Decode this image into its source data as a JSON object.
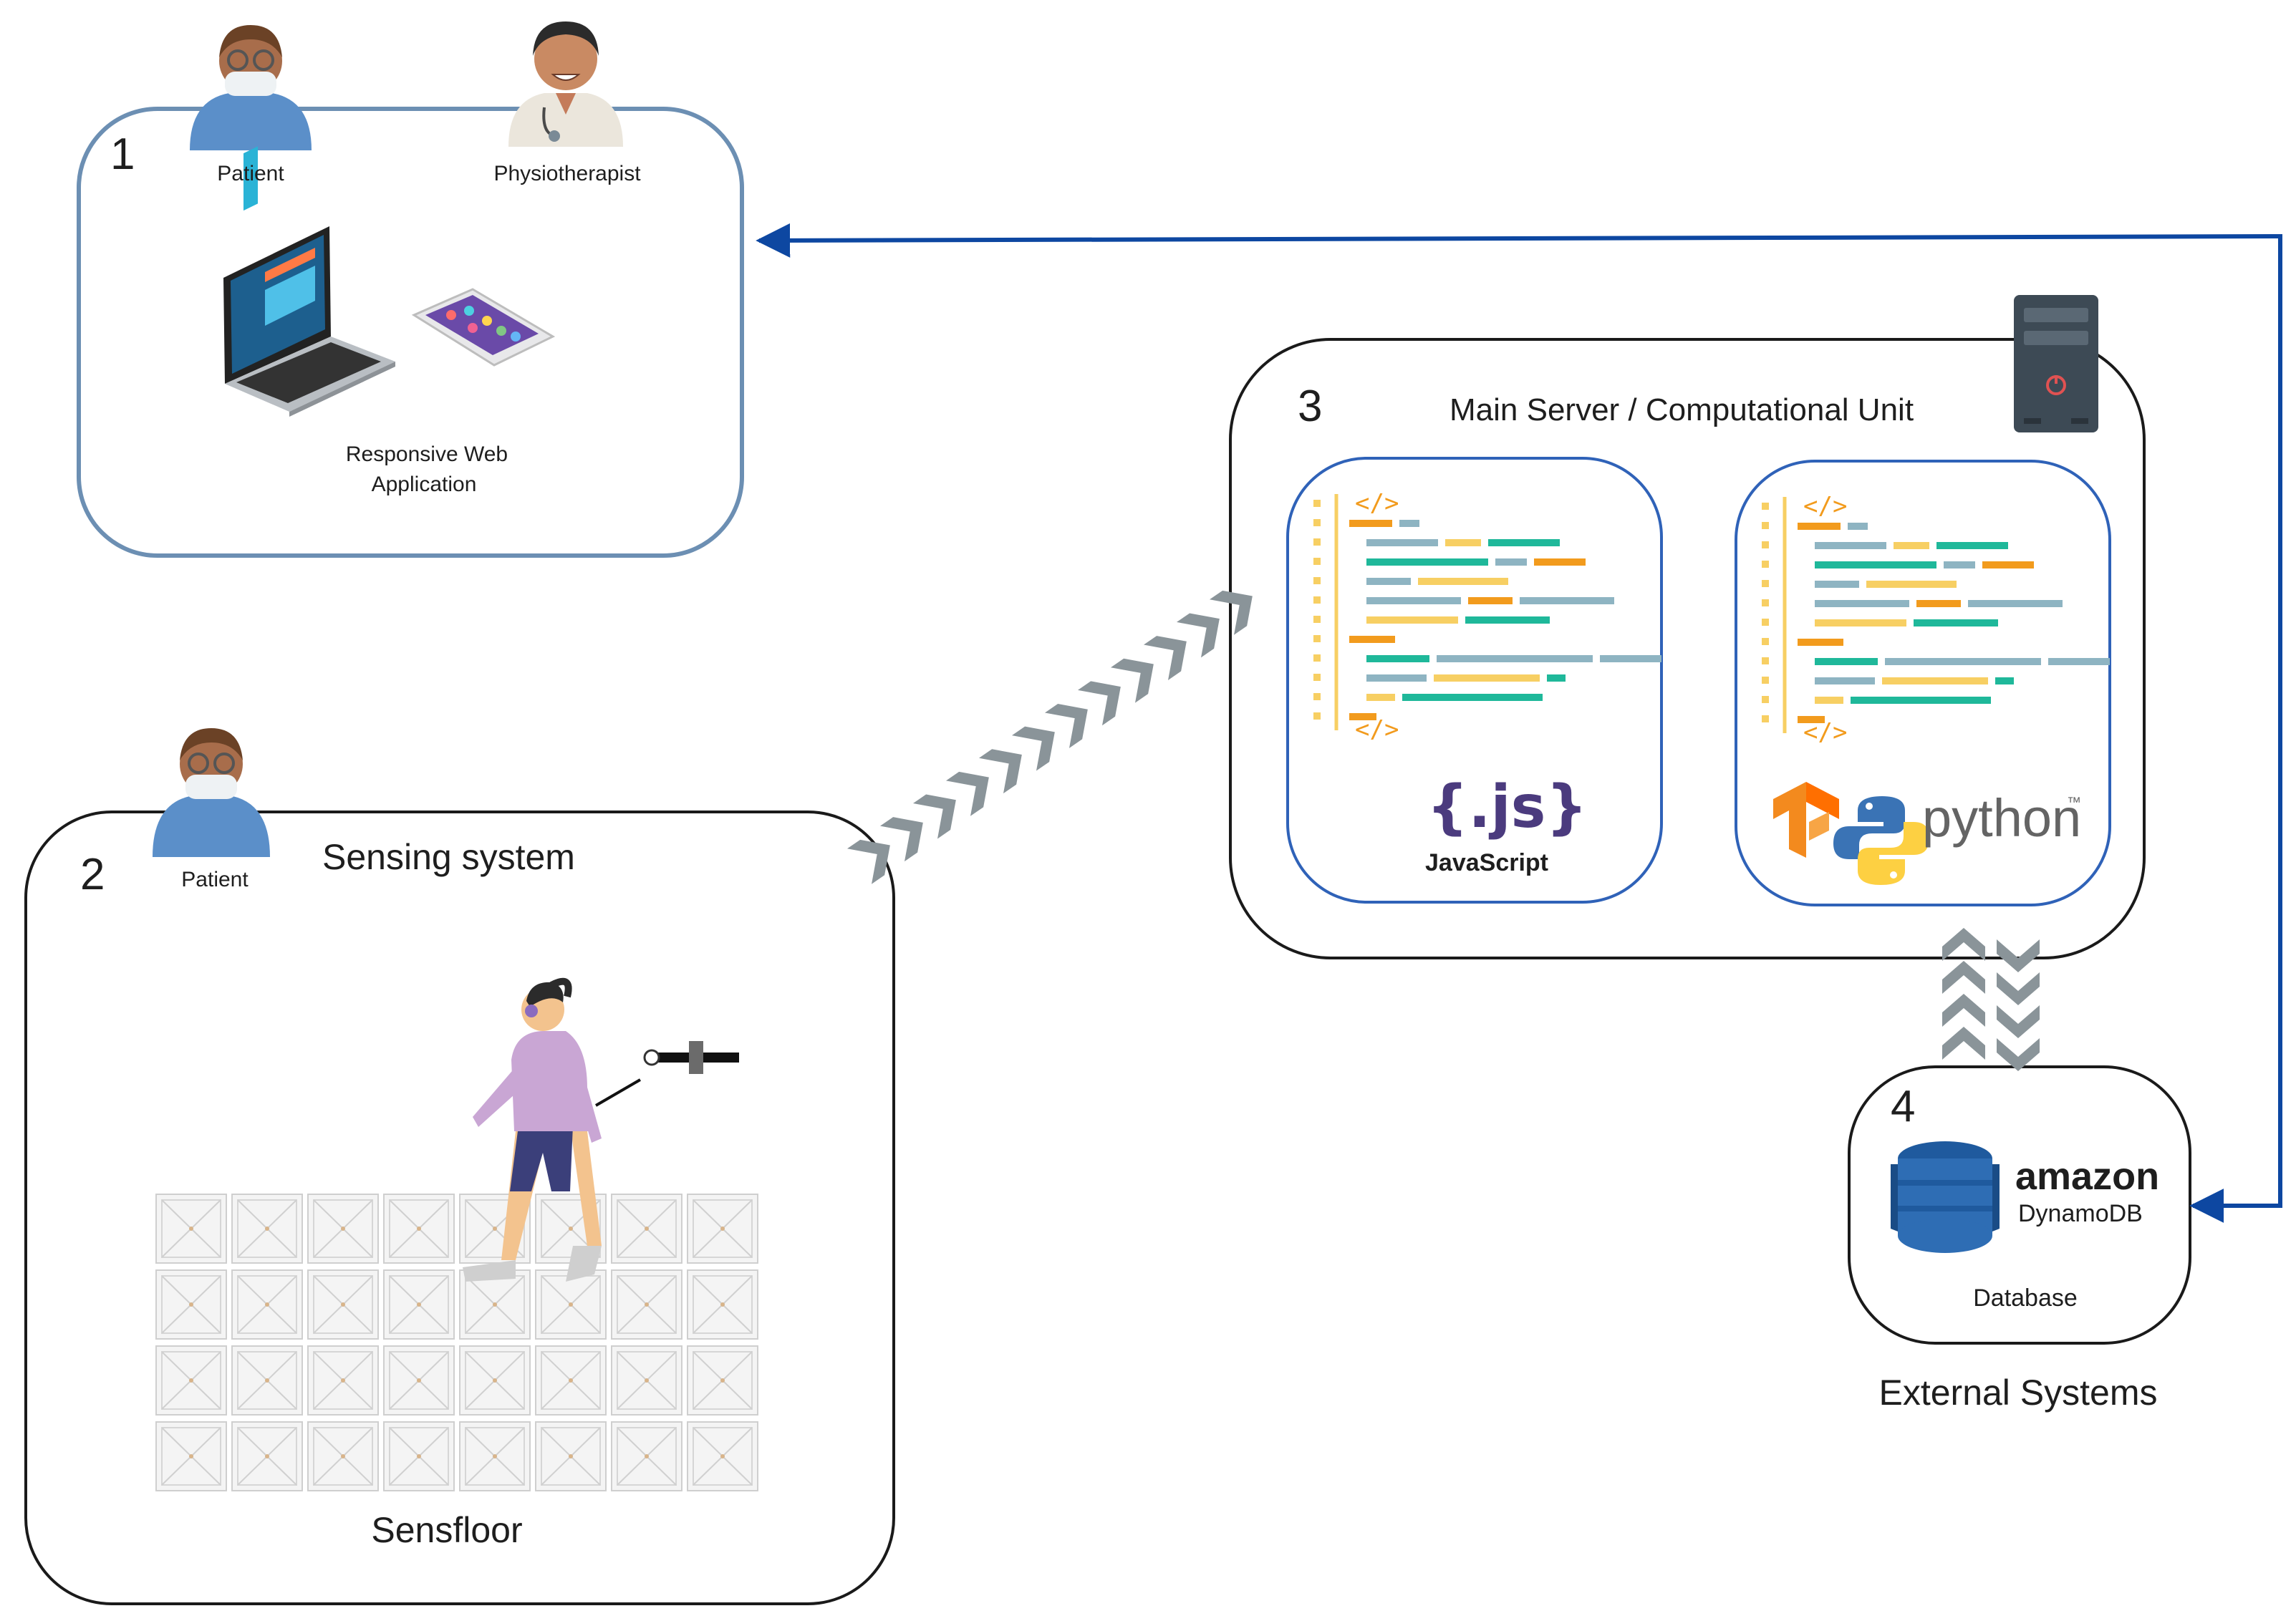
{
  "panel1": {
    "number": "1",
    "patient_label": "Patient",
    "physio_label": "Physiotherapist",
    "app_label_line1": "Responsive Web",
    "app_label_line2": "Application"
  },
  "panel2": {
    "number": "2",
    "patient_label": "Patient",
    "title": "Sensing system",
    "floor_label": "Sensfloor"
  },
  "panel3": {
    "number": "3",
    "title": "Main Server / Computational Unit",
    "js_logo_mark": "{.js}",
    "js_logo_text": "JavaScript",
    "python_logo_text": "python",
    "python_tm": "™"
  },
  "panel4": {
    "number": "4",
    "brand": "amazon",
    "product": "DynamoDB",
    "label": "Database",
    "caption": "External Systems"
  },
  "colors": {
    "panel1_border": "#6c8fb3",
    "panel2_border": "#1a1a1a",
    "code_card_border": "#2f62b8",
    "connector_arrow": "#0d47a1",
    "chevron": "#8a9499",
    "code_orange": "#f29b1d",
    "code_teal": "#1fb89a",
    "code_grey": "#8eb4c2",
    "code_yellow": "#f7cf63",
    "dynamo_blue": "#2e6db4",
    "js_purple": "#4b3b7e"
  },
  "icons": [
    "patient-avatar-icon",
    "physiotherapist-avatar-icon",
    "laptop-icon",
    "smartphone-icon",
    "server-tower-icon",
    "tensorflow-icon",
    "python-icon",
    "dynamodb-icon",
    "walking-person-icon",
    "wand-sensor-icon",
    "floor-tile-icon"
  ]
}
